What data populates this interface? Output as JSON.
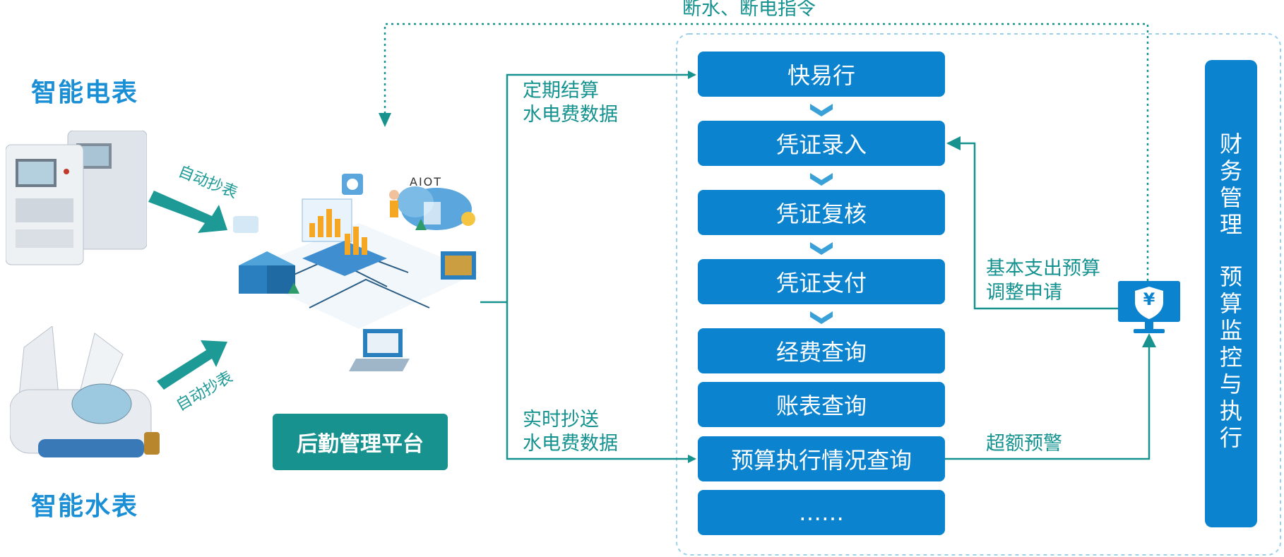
{
  "left": {
    "electric_meter_title": "智能电表",
    "water_meter_title": "智能水表",
    "auto_read_top": "自动抄表",
    "auto_read_bottom": "自动抄表",
    "aiot_label": "AIOT",
    "platform_label": "后勤管理平台"
  },
  "annotations": {
    "cutoff_command": "断水、断电指令",
    "periodic_line1": "定期结算",
    "periodic_line2": "水电费数据",
    "realtime_line1": "实时抄送",
    "realtime_line2": "水电费数据",
    "budget_adjust_line1": "基本支出预算",
    "budget_adjust_line2": "调整申请",
    "overlimit_warning": "超额预警"
  },
  "steps": [
    {
      "label": "快易行"
    },
    {
      "label": "凭证录入"
    },
    {
      "label": "凭证复核"
    },
    {
      "label": "凭证支付"
    },
    {
      "label": "经费查询"
    },
    {
      "label": "账表查询"
    },
    {
      "label": "预算执行情况查询"
    },
    {
      "label": "……"
    }
  ],
  "monitor_symbol": "¥",
  "sidebar": {
    "chars_top": [
      "财",
      "务",
      "管",
      "理"
    ],
    "chars_bottom": [
      "预",
      "算",
      "监",
      "控",
      "与",
      "执",
      "行"
    ]
  },
  "colors": {
    "blue": "#0b83cf",
    "teal": "#17928f",
    "title_blue": "#1a8fd6"
  }
}
